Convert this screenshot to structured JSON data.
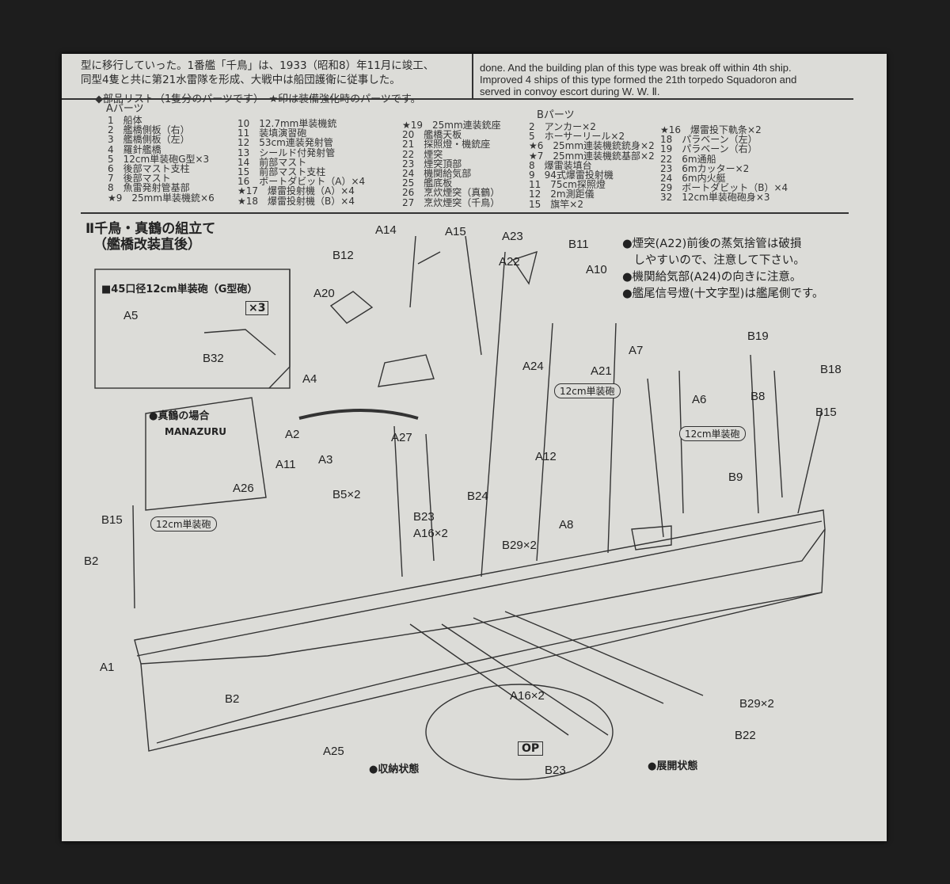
{
  "history": {
    "jp_line1": "型に移行していった。1番艦「千鳥」は、1933（昭和8）年11月に竣工、",
    "jp_line2": "同型4隻と共に第21水雷隊を形成、大戦中は船団護衛に従事した。",
    "en_line1": "done.  And the building plan of this type was break off within 4th ship.",
    "en_line2": "Improved 4 ships of this type formed the 21th torpedo Squadoron and",
    "en_line3": "served in convoy escort during W. W. Ⅱ."
  },
  "parts_list": {
    "heading": "◆部品リスト（1隻分のパーツです）　★印は装備強化時のパーツです。",
    "a_title": "Aパーツ",
    "b_title": "Bパーツ",
    "a_col1": [
      "  1　船体",
      "  2　艦橋側板（右）",
      "  3　艦橋側板（左）",
      "  4　羅針艦橋",
      "  5　12cm単装砲G型×3",
      "  6　後部マスト支柱",
      "  7　後部マスト",
      "  8　魚雷発射管基部",
      "★9　25mm単装機銃×6"
    ],
    "a_col2": [
      " 10　12.7mm単装機銃",
      " 11　装填演習砲",
      " 12　53cm連装発射管",
      " 13　シールド付発射管",
      " 14　前部マスト",
      " 15　前部マスト支柱",
      " 16　ボートダビット（A）×4",
      "★17　爆雷投射機（A）×4",
      "★18　爆雷投射機（B）×4"
    ],
    "a_col3": [
      "★19　25mm連装銃座",
      " 20　艦橋天板",
      " 21　探照燈・機銃座",
      " 22　煙突",
      " 23　煙突頂部",
      " 24　機関給気部",
      " 25　艦底板",
      " 26　烹炊煙突（真鶴）",
      " 27　烹炊煙突（千鳥）"
    ],
    "b_col1": [
      "  2　アンカー×2",
      "  5　ホーサーリール×2",
      "★6　25mm連装機銃銃身×2",
      "★7　25mm連装機銃基部×2",
      "  8　爆雷装填台",
      "  9　94式爆雷投射機",
      " 11　75cm探照燈",
      " 12　2m測距儀",
      " 15　旗竿×2"
    ],
    "b_col2": [
      "★16　爆雷投下軌条×2",
      " 18　パラベーン（左）",
      " 19　パラベーン（右）",
      " 22　6m通船",
      " 23　6mカッター×2",
      " 24　6m内火艇",
      " 29　ボートダビット（B）×4",
      " 32　12cm単装砲砲身×3"
    ]
  },
  "assembly": {
    "step_title": "Ⅱ千鳥・真鶴の組立て",
    "step_subtitle": "（艦橋改装直後）",
    "inset_title": "■45口径12cm単装砲（G型砲）",
    "inset_qty": "×3",
    "manazuru_title": "●真鶴の場合",
    "manazuru_en": "MANAZURU",
    "gun_tag": "12cm単装砲",
    "op_tag": "OP",
    "stowed": "●収納状態",
    "deployed": "●展開状態",
    "notes": [
      "●煙突(A22)前後の蒸気捨管は破損",
      "　しやすいので、注意して下さい。",
      "●機関給気部(A24)の向きに注意。",
      "●艦尾信号燈(十文字型)は艦尾側です。"
    ]
  },
  "labels": [
    "A14",
    "A15",
    "A23",
    "B11",
    "B12",
    "A22",
    "A10",
    "A20",
    "A5",
    "B32",
    "A24",
    "A21",
    "B19",
    "B18",
    "A7",
    "A4",
    "A6",
    "B8",
    "B15",
    "A2",
    "A27",
    "A12",
    "A11",
    "A3",
    "B5×2",
    "B9",
    "A26",
    "B24",
    "B15",
    "B23",
    "A16×2",
    "A8",
    "B29×2",
    "B2",
    "A1",
    "B2",
    "A16×2",
    "B29×2",
    "B22",
    "A25",
    "B23"
  ]
}
